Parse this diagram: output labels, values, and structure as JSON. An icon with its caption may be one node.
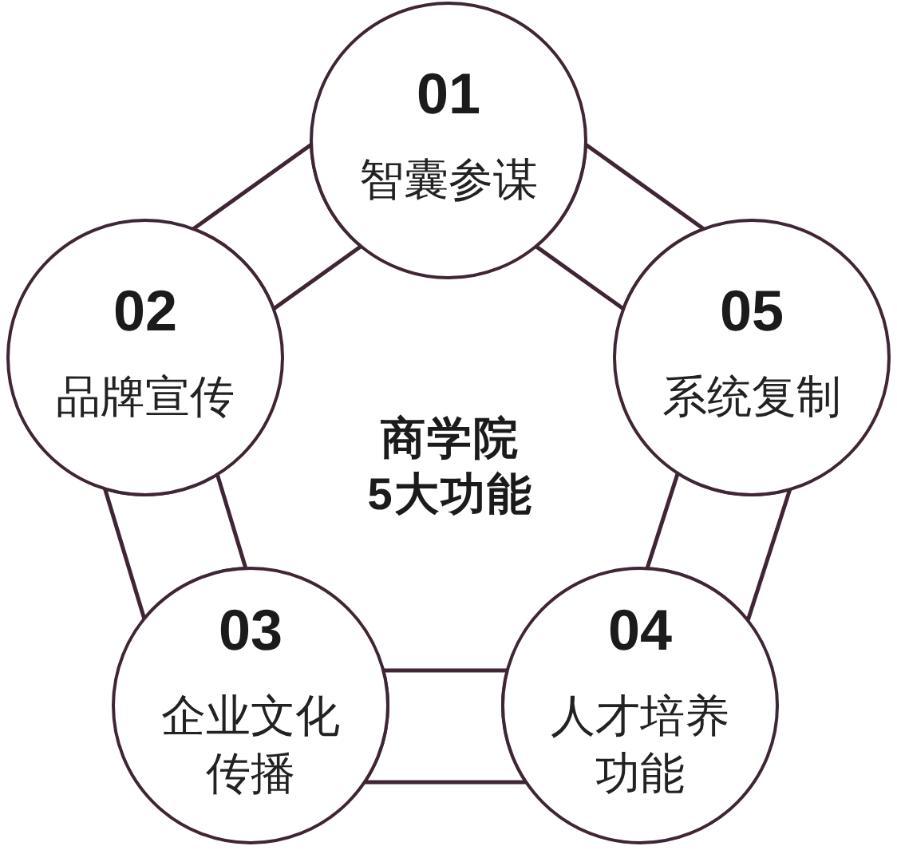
{
  "diagram": {
    "title": "商学院5大功能",
    "nodes": [
      {
        "text": [
          "01",
          "智囊参谋"
        ]
      },
      {
        "text": [
          "02",
          "品牌宣传"
        ]
      },
      {
        "text": [
          "03",
          "企业文化传播"
        ]
      },
      {
        "text": [
          "04",
          "人才培养功能"
        ]
      },
      {
        "text": [
          "05",
          "系统复制"
        ]
      }
    ],
    "edges": [
      {
        "from": 0,
        "to": 1,
        "arrow": "none"
      },
      {
        "from": 1,
        "to": 2,
        "arrow": "none"
      },
      {
        "from": 2,
        "to": 3,
        "arrow": "none"
      },
      {
        "from": 3,
        "to": 4,
        "arrow": "none"
      },
      {
        "from": 4,
        "to": 0,
        "arrow": "none"
      }
    ]
  }
}
